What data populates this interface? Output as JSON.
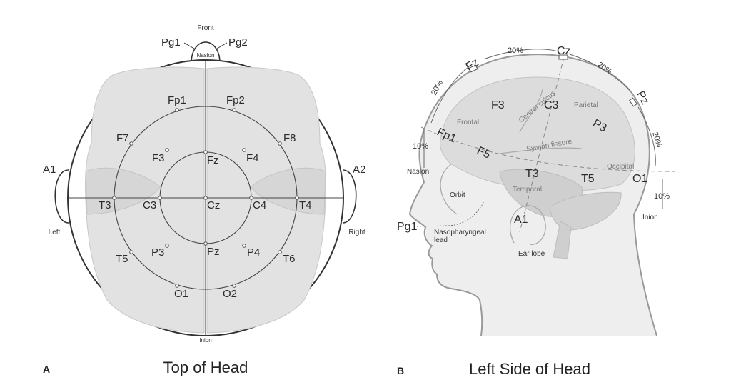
{
  "panel_a": {
    "letter": "A",
    "title": "Top of Head",
    "orientation": {
      "front": "Front",
      "left": "Left",
      "right": "Right",
      "nasion": "Nasion",
      "inion": "Inion"
    },
    "electrodes": {
      "pg1": "Pg1",
      "pg2": "Pg2",
      "a1": "A1",
      "a2": "A2",
      "fp1": "Fp1",
      "fp2": "Fp2",
      "f7": "F7",
      "f3": "F3",
      "fz": "Fz",
      "f4": "F4",
      "f8": "F8",
      "t3": "T3",
      "c3": "C3",
      "cz": "Cz",
      "c4": "C4",
      "t4": "T4",
      "t5": "T5",
      "p3": "P3",
      "pz": "Pz",
      "p4": "P4",
      "t6": "T6",
      "o1": "O1",
      "o2": "O2"
    }
  },
  "panel_b": {
    "letter": "B",
    "title": "Left Side of Head",
    "electrodes": {
      "fz": "Fz",
      "cz": "Cz",
      "pz": "Pz",
      "f3": "F3",
      "c3": "C3",
      "p3": "P3",
      "fp1": "Fp1",
      "f5": "F5",
      "t3": "T3",
      "t5": "T5",
      "o1": "O1",
      "a1": "A1",
      "pg1": "Pg1"
    },
    "percentages": {
      "fz_cz": "20%",
      "cz_pz": "20%",
      "fp1_fz": "20%",
      "pz_o1": "20%",
      "nasion_fp1": "10%",
      "o1_inion": "10%"
    },
    "labels": {
      "nasion": "Nasion",
      "inion": "Inion",
      "frontal": "Frontal",
      "parietal": "Parietal",
      "occipital": "Occipital",
      "temporal": "Temporal",
      "central_sulcus": "Central sulcus",
      "sylvian_fissure": "Sylvian fissure",
      "orbit": "Orbit",
      "nasopharyngeal_1": "Nasopharyngeal",
      "nasopharyngeal_2": "lead",
      "ear_lobe": "Ear lobe"
    }
  }
}
